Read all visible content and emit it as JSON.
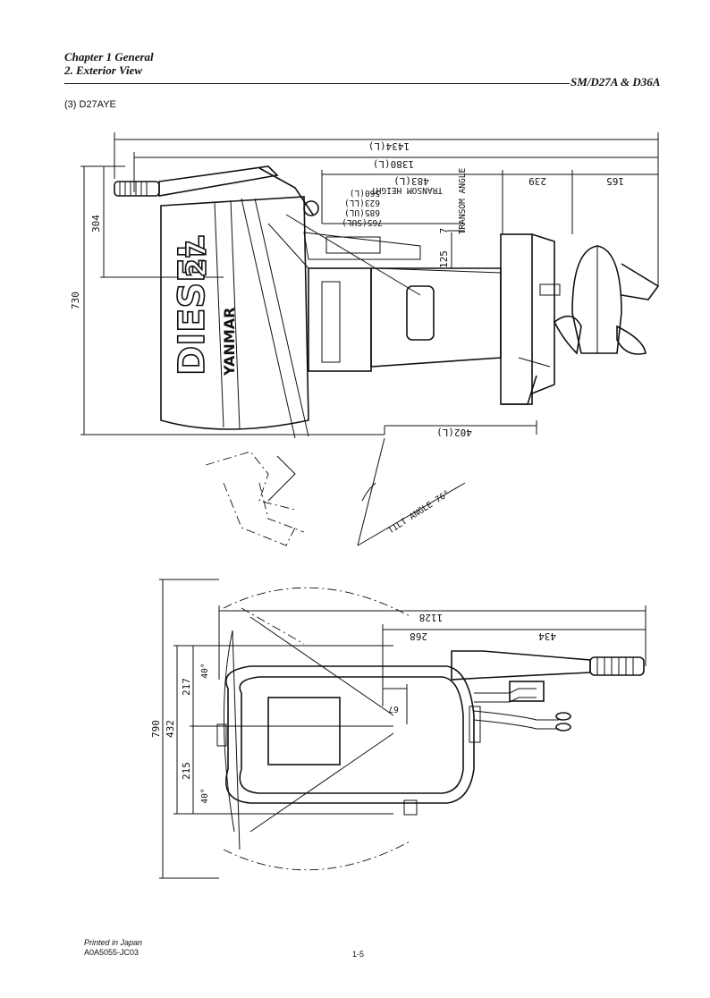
{
  "header": {
    "chapter": "Chapter 1 General",
    "section": "2. Exterior View",
    "model": "SM/D27A & D36A"
  },
  "subsection": "(3) D27AYE",
  "side_view": {
    "dims": {
      "total_length_l": "1434(L)",
      "length_1380": "1380(L)",
      "length_483": "483(L)",
      "length_239": "239",
      "length_165": "165",
      "height_304": "304",
      "height_730": "730",
      "depth_402": "402(L)",
      "height_125": "125",
      "angle_7": "7",
      "transom_label": "TRANSOM HEIGHT",
      "transom_angle_label": "TRANSOM ANGLE",
      "transom_l": "560(L)",
      "transom_ll": "623(LL)",
      "transom_ul": "685(UL)",
      "transom_sul": "765(SUL)",
      "tilt_angle": "TILT ANGLE 76°"
    },
    "branding": {
      "word1": "DIESEL",
      "word2": "27",
      "word3": "YANMAR"
    }
  },
  "top_view": {
    "dims": {
      "length_1128": "1128",
      "length_268": "268",
      "length_434": "434",
      "width_790": "790",
      "width_432": "432",
      "width_217": "217",
      "width_215": "215",
      "offset_67": "67",
      "angle_top": "40°",
      "angle_bottom": "40°"
    }
  },
  "footer": {
    "printed": "Printed in Japan",
    "code": "A0A5055-JC03",
    "page": "1-5"
  }
}
